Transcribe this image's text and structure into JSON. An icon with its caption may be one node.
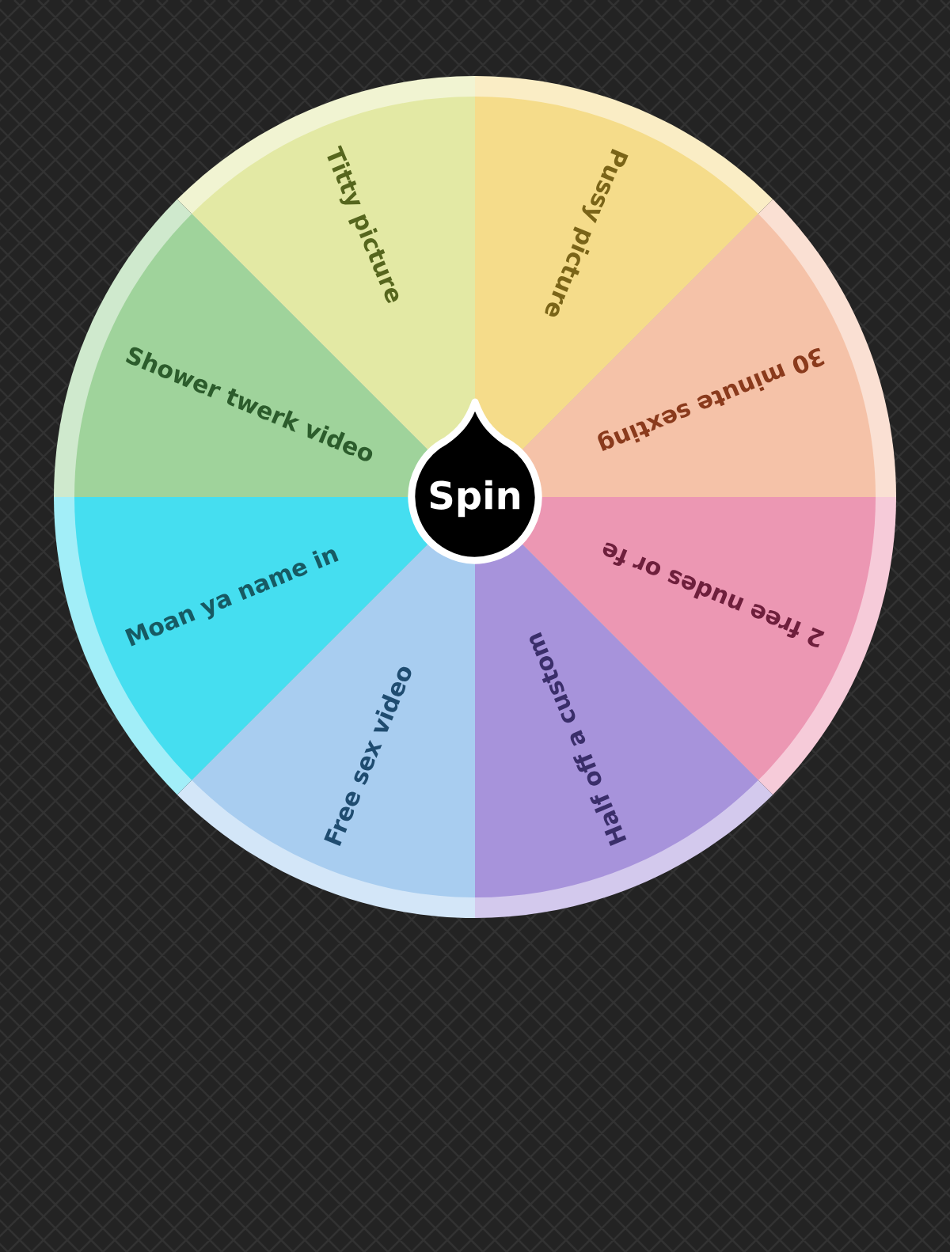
{
  "diagram": {
    "nodes": [
      {
        "text": [
          "Titty picture"
        ]
      },
      {
        "text": [
          "Pussy picture"
        ]
      },
      {
        "text": [
          "30 minute sexting"
        ]
      },
      {
        "text": [
          "2 free nudes or fe"
        ]
      },
      {
        "text": [
          "Half off a custom"
        ]
      },
      {
        "text": [
          "Free sex video"
        ]
      },
      {
        "text": [
          "Moan ya name in"
        ]
      },
      {
        "text": [
          "Shower twerk video"
        ]
      },
      {
        "text": [
          "Spin"
        ]
      }
    ]
  }
}
